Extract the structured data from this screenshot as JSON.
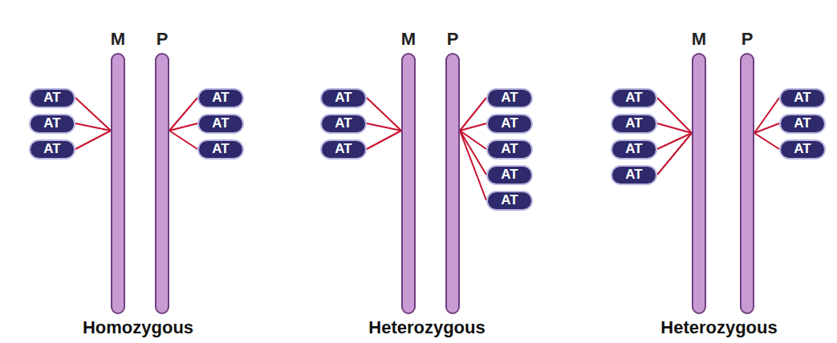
{
  "diagram": {
    "nodes": [
      {
        "text": [
          "M"
        ]
      },
      {
        "text": [
          "P"
        ]
      },
      {
        "text": [
          "AT"
        ]
      },
      {
        "text": [
          "AT"
        ]
      },
      {
        "text": [
          "AT"
        ]
      },
      {
        "text": [
          "AT"
        ]
      },
      {
        "text": [
          "AT"
        ]
      },
      {
        "text": [
          "AT"
        ]
      },
      {
        "text": [
          "M"
        ]
      },
      {
        "text": [
          "P"
        ]
      },
      {
        "text": [
          "AT"
        ]
      },
      {
        "text": [
          "AT"
        ]
      },
      {
        "text": [
          "AT"
        ]
      },
      {
        "text": [
          "AT"
        ]
      },
      {
        "text": [
          "AT"
        ]
      },
      {
        "text": [
          "AT"
        ]
      },
      {
        "text": [
          "AT"
        ]
      },
      {
        "text": [
          "AT"
        ]
      },
      {
        "text": [
          "M"
        ]
      },
      {
        "text": [
          "P"
        ]
      },
      {
        "text": [
          "AT"
        ]
      },
      {
        "text": [
          "AT"
        ]
      },
      {
        "text": [
          "AT"
        ]
      },
      {
        "text": [
          "AT"
        ]
      },
      {
        "text": [
          "AT"
        ]
      },
      {
        "text": [
          "AT"
        ]
      },
      {
        "text": [
          "AT"
        ]
      }
    ],
    "edges": [
      {
        "from": 2,
        "to": 0,
        "arrow": "none"
      },
      {
        "from": 3,
        "to": 0,
        "arrow": "none"
      },
      {
        "from": 4,
        "to": 0,
        "arrow": "none"
      },
      {
        "from": 5,
        "to": 1,
        "arrow": "none"
      },
      {
        "from": 6,
        "to": 1,
        "arrow": "none"
      },
      {
        "from": 7,
        "to": 1,
        "arrow": "none"
      },
      {
        "from": 10,
        "to": 8,
        "arrow": "none"
      },
      {
        "from": 11,
        "to": 8,
        "arrow": "none"
      },
      {
        "from": 12,
        "to": 8,
        "arrow": "none"
      },
      {
        "from": 13,
        "to": 9,
        "arrow": "none"
      },
      {
        "from": 14,
        "to": 9,
        "arrow": "none"
      },
      {
        "from": 15,
        "to": 9,
        "arrow": "none"
      },
      {
        "from": 16,
        "to": 9,
        "arrow": "none"
      },
      {
        "from": 17,
        "to": 9,
        "arrow": "none"
      },
      {
        "from": 20,
        "to": 18,
        "arrow": "none"
      },
      {
        "from": 21,
        "to": 18,
        "arrow": "none"
      },
      {
        "from": 22,
        "to": 18,
        "arrow": "none"
      },
      {
        "from": 23,
        "to": 18,
        "arrow": "none"
      },
      {
        "from": 24,
        "to": 19,
        "arrow": "none"
      },
      {
        "from": 25,
        "to": 19,
        "arrow": "none"
      },
      {
        "from": 26,
        "to": 19,
        "arrow": "none"
      }
    ],
    "labels": [
      "Homozygous",
      "Heterozygous",
      "Heterozygous"
    ]
  }
}
